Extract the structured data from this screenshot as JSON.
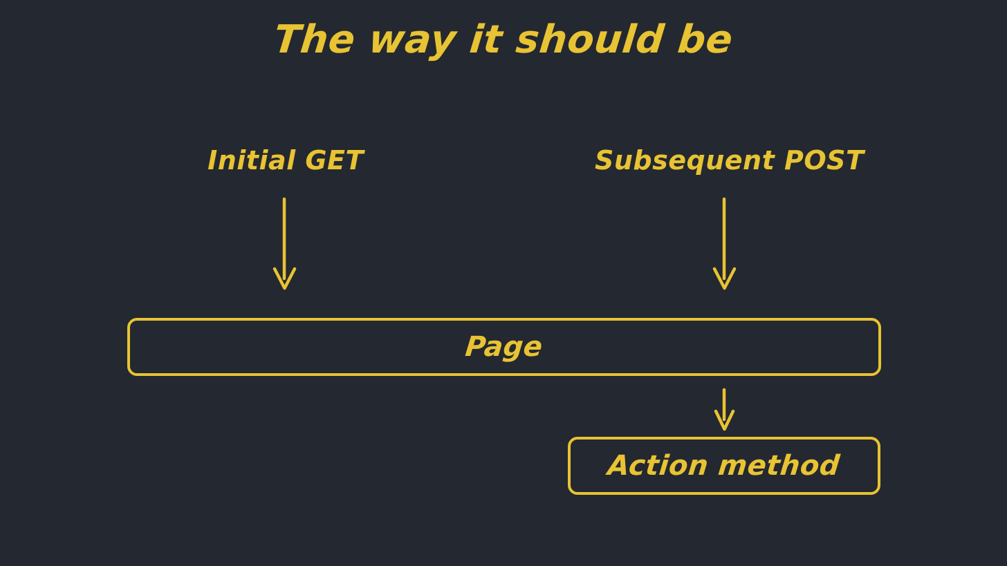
{
  "diagram": {
    "title": "The way it should be",
    "background_color": "#242830",
    "accent_color": "#e8c333",
    "labels": {
      "initial_get": "Initial GET",
      "subsequent_post": "Subsequent POST"
    },
    "nodes": {
      "page": "Page",
      "action_method": "Action method"
    },
    "arrows": [
      {
        "name": "initial-get-to-page",
        "direction": "down"
      },
      {
        "name": "subsequent-post-to-page",
        "direction": "down"
      },
      {
        "name": "page-to-action-method",
        "direction": "down"
      }
    ]
  }
}
